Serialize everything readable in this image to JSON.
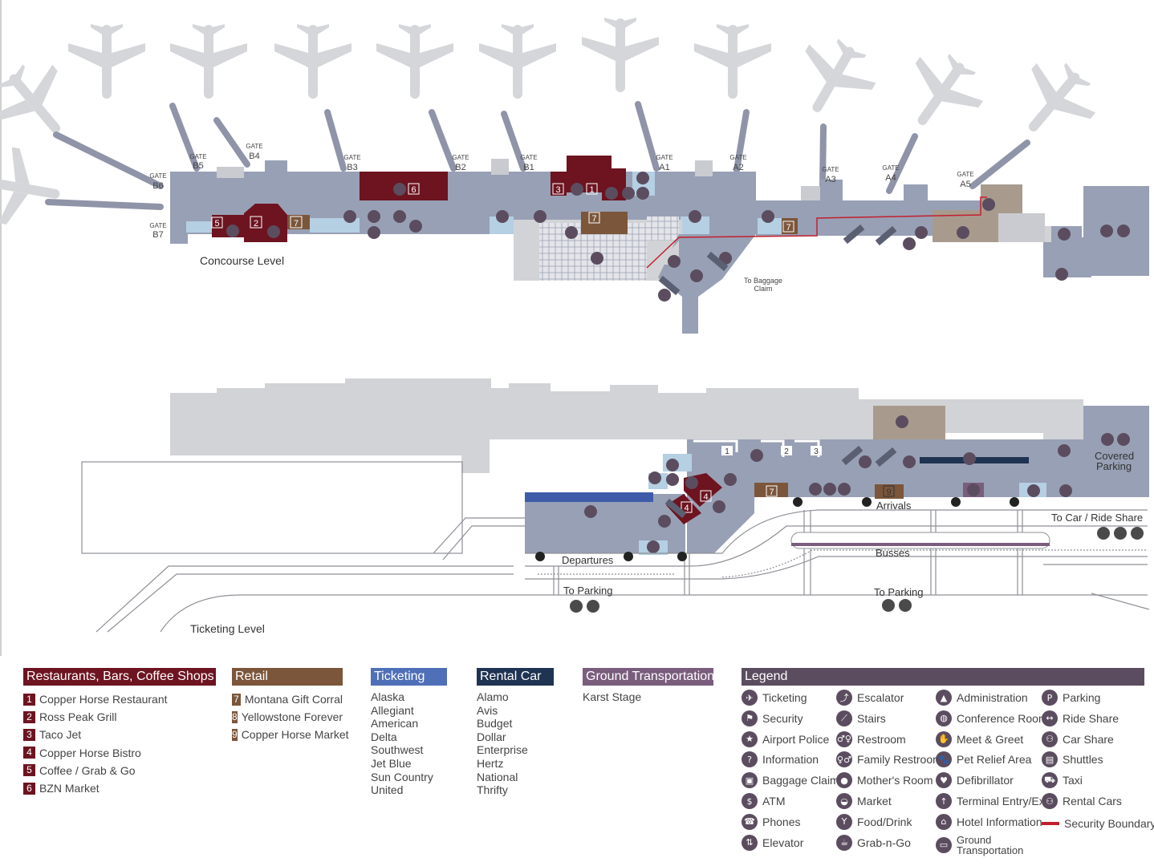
{
  "map_labels": {
    "concourse_level": "Concourse Level",
    "ticketing_level": "Ticketing Level",
    "to_baggage_claim_line1": "To Baggage",
    "to_baggage_claim_line2": "Claim",
    "departures": "Departures",
    "arrivals": "Arrivals",
    "busses": "Busses",
    "to_parking_left": "To Parking",
    "to_parking_right": "To Parking",
    "to_car_ride_share": "To Car / Ride Share",
    "covered_parking_line1": "Covered",
    "covered_parking_line2": "Parking"
  },
  "gates": [
    {
      "word": "GATE",
      "id": "B6"
    },
    {
      "word": "GATE",
      "id": "B5"
    },
    {
      "word": "GATE",
      "id": "B4"
    },
    {
      "word": "GATE",
      "id": "B3"
    },
    {
      "word": "GATE",
      "id": "B2"
    },
    {
      "word": "GATE",
      "id": "B1"
    },
    {
      "word": "GATE",
      "id": "A1"
    },
    {
      "word": "GATE",
      "id": "A2"
    },
    {
      "word": "GATE",
      "id": "A3"
    },
    {
      "word": "GATE",
      "id": "A4"
    },
    {
      "word": "GATE",
      "id": "A5"
    },
    {
      "word": "GATE",
      "id": "B7"
    }
  ],
  "map_markers": {
    "m5": "5",
    "m2": "2",
    "m7a": "7",
    "m6": "6",
    "m3": "3",
    "m1": "1",
    "m7b": "7",
    "m7c": "7",
    "t4a": "4",
    "t4b": "4",
    "t7": "7",
    "t9": "9",
    "bc1": "1",
    "bc2": "2",
    "bc3": "3"
  },
  "categories": {
    "restaurants": {
      "title": "Restaurants, Bars, Coffee Shops",
      "color": "#6d1420",
      "items": [
        {
          "num": "1",
          "name": "Copper Horse Restaurant"
        },
        {
          "num": "2",
          "name": "Ross Peak Grill"
        },
        {
          "num": "3",
          "name": "Taco Jet"
        },
        {
          "num": "4",
          "name": "Copper Horse Bistro"
        },
        {
          "num": "5",
          "name": "Coffee / Grab & Go"
        },
        {
          "num": "6",
          "name": "BZN Market"
        }
      ]
    },
    "retail": {
      "title": "Retail",
      "color": "#7b563b",
      "items": [
        {
          "num": "7",
          "name": "Montana Gift Corral"
        },
        {
          "num": "8",
          "name": "Yellowstone Forever"
        },
        {
          "num": "9",
          "name": "Copper Horse Market"
        }
      ]
    },
    "ticketing": {
      "title": "Ticketing",
      "color": "#4f6fb8",
      "items": [
        "Alaska",
        "Allegiant",
        "American",
        "Delta",
        "Southwest",
        "Jet Blue",
        "Sun Country",
        "United"
      ]
    },
    "rental_car": {
      "title": "Rental Car",
      "color": "#1f3352",
      "items": [
        "Alamo",
        "Avis",
        "Budget",
        "Dollar",
        "Enterprise",
        "Hertz",
        "National",
        "Thrifty"
      ]
    },
    "ground_transportation": {
      "title": "Ground Transportation",
      "color": "#7a5d7d",
      "items": [
        "Karst Stage"
      ]
    }
  },
  "legend": {
    "title": "Legend",
    "color": "#5b4d5f",
    "security_boundary_color": "#c21f2e",
    "items": [
      {
        "label": "Ticketing",
        "icon": "ticketing-icon",
        "glyph": "✈"
      },
      {
        "label": "Security",
        "icon": "security-icon",
        "glyph": "⚑"
      },
      {
        "label": "Airport Police",
        "icon": "police-star-icon",
        "glyph": "★"
      },
      {
        "label": "Information",
        "icon": "information-icon",
        "glyph": "?"
      },
      {
        "label": "Baggage Claim",
        "icon": "baggage-icon",
        "glyph": "▣"
      },
      {
        "label": "ATM",
        "icon": "atm-icon",
        "glyph": "$"
      },
      {
        "label": "Phones",
        "icon": "phone-icon",
        "glyph": "☎"
      },
      {
        "label": "Elevator",
        "icon": "elevator-icon",
        "glyph": "⇅"
      },
      {
        "label": "Escalator",
        "icon": "escalator-icon",
        "glyph": "⤴"
      },
      {
        "label": "Stairs",
        "icon": "stairs-icon",
        "glyph": "⟋"
      },
      {
        "label": "Restroom",
        "icon": "restroom-icon",
        "glyph": "♂♀"
      },
      {
        "label": "Family Restroom",
        "icon": "family-restroom-icon",
        "glyph": "♀♂"
      },
      {
        "label": "Mother's Room",
        "icon": "mothers-room-icon",
        "glyph": "●"
      },
      {
        "label": "Market",
        "icon": "market-icon",
        "glyph": "◒"
      },
      {
        "label": "Food/Drink",
        "icon": "food-drink-icon",
        "glyph": "Y"
      },
      {
        "label": "Grab-n-Go",
        "icon": "grab-n-go-icon",
        "glyph": "☕"
      },
      {
        "label": "Administration",
        "icon": "administration-icon",
        "glyph": "▲"
      },
      {
        "label": "Conference Room",
        "icon": "conference-room-icon",
        "glyph": "◍"
      },
      {
        "label": "Meet & Greet",
        "icon": "meet-greet-icon",
        "glyph": "✋"
      },
      {
        "label": "Pet Relief Area",
        "icon": "pet-relief-icon",
        "glyph": "🐾"
      },
      {
        "label": "Defibrillator",
        "icon": "defibrillator-icon",
        "glyph": "♥"
      },
      {
        "label": "Terminal Entry/Exit",
        "icon": "terminal-entry-icon",
        "glyph": "↑"
      },
      {
        "label": "Hotel Information",
        "icon": "hotel-info-icon",
        "glyph": "⌂"
      },
      {
        "label": "Ground Transportation",
        "icon": "ground-transport-icon",
        "glyph": "▭"
      },
      {
        "label": "Parking",
        "icon": "parking-icon",
        "glyph": "P"
      },
      {
        "label": "Ride Share",
        "icon": "ride-share-icon",
        "glyph": "↔"
      },
      {
        "label": "Car Share",
        "icon": "car-share-icon",
        "glyph": "⚇"
      },
      {
        "label": "Shuttles",
        "icon": "shuttle-icon",
        "glyph": "▤"
      },
      {
        "label": "Taxi",
        "icon": "taxi-icon",
        "glyph": "⛟"
      },
      {
        "label": "Rental Cars",
        "icon": "rental-car-icon",
        "glyph": "⚇"
      },
      {
        "label": "Security Boundary",
        "icon": "security-boundary-line",
        "glyph": ""
      }
    ]
  }
}
